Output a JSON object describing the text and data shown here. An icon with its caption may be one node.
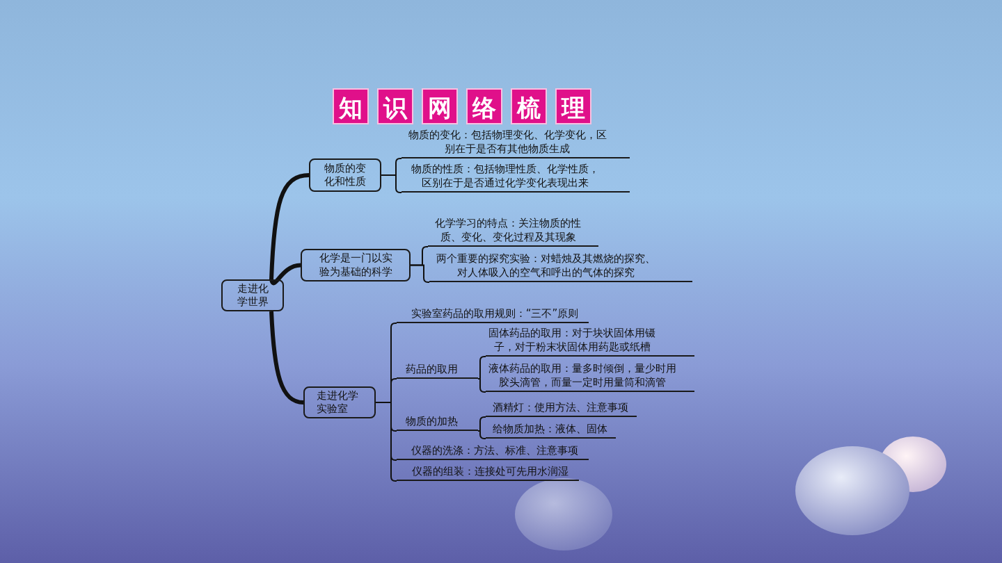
{
  "diagram": {
    "title": "知识网络梳理",
    "nodes": [
      {
        "text": [
          "走进化学世界"
        ]
      },
      {
        "text": [
          "物质的变化和性质"
        ]
      },
      {
        "text": [
          "物质的变化：包括物理变化、化学变化，区别在于是否有其他物质生成"
        ]
      },
      {
        "text": [
          "物质的性质：包括物理性质、化学性质，区别在于是否通过化学变化表现出来"
        ]
      },
      {
        "text": [
          "化学是一门以实验为基础的科学"
        ]
      },
      {
        "text": [
          "化学学习的特点：关注物质的性质、变化、变化过程及其现象"
        ]
      },
      {
        "text": [
          "两个重要的探究实验：对蜡烛及其燃烧的探究、对人体吸入的空气和呼出的气体的探究"
        ]
      },
      {
        "text": [
          "走进化学实验室"
        ]
      },
      {
        "text": [
          "实验室药品的取用规则：“三不”原则"
        ]
      },
      {
        "text": [
          "药品的取用"
        ]
      },
      {
        "text": [
          "固体药品的取用：对于块状固体用镊子，对于粉末状固体用药匙或纸槽"
        ]
      },
      {
        "text": [
          "液体药品的取用：量多时倾倒，量少时用胶头滴管，而量一定时用量筒和滴管"
        ]
      },
      {
        "text": [
          "物质的加热"
        ]
      },
      {
        "text": [
          "酒精灯：使用方法、注意事项"
        ]
      },
      {
        "text": [
          "给物质加热：液体、固体"
        ]
      },
      {
        "text": [
          "仪器的洗涤：方法、标准、注意事项"
        ]
      },
      {
        "text": [
          "仪器的组装：连接处可先用水润湿"
        ]
      }
    ],
    "edges": [
      {
        "from": 0,
        "to": 1,
        "arrow": "none",
        "style": "thick"
      },
      {
        "from": 0,
        "to": 4,
        "arrow": "none",
        "style": "thick"
      },
      {
        "from": 0,
        "to": 7,
        "arrow": "none",
        "style": "thick"
      },
      {
        "from": 1,
        "to": 2,
        "arrow": "none"
      },
      {
        "from": 1,
        "to": 3,
        "arrow": "none"
      },
      {
        "from": 4,
        "to": 5,
        "arrow": "none"
      },
      {
        "from": 4,
        "to": 6,
        "arrow": "none"
      },
      {
        "from": 7,
        "to": 8,
        "arrow": "none"
      },
      {
        "from": 7,
        "to": 9,
        "arrow": "none"
      },
      {
        "from": 7,
        "to": 12,
        "arrow": "none"
      },
      {
        "from": 7,
        "to": 15,
        "arrow": "none"
      },
      {
        "from": 7,
        "to": 16,
        "arrow": "none"
      },
      {
        "from": 9,
        "to": 10,
        "arrow": "none"
      },
      {
        "from": 9,
        "to": 11,
        "arrow": "none"
      },
      {
        "from": 12,
        "to": 13,
        "arrow": "none"
      },
      {
        "from": 12,
        "to": 14,
        "arrow": "none"
      }
    ]
  }
}
